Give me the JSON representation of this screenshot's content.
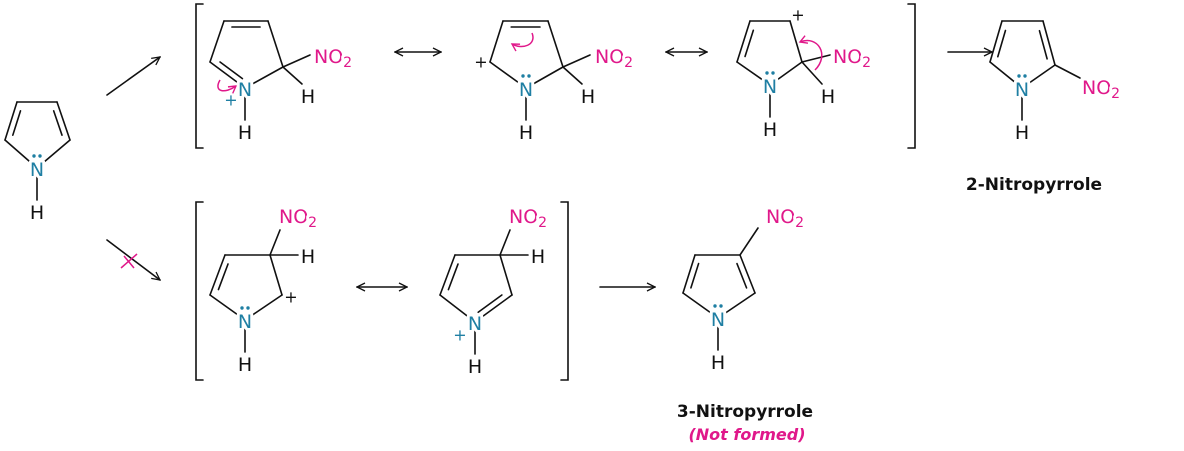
{
  "atoms": {
    "nitrogen": "N",
    "hydrogen": "H",
    "nitro": "NO",
    "nitro_subscript": "2",
    "charge": "+"
  },
  "products": {
    "two": {
      "name": "2-Nitropyrrole"
    },
    "three": {
      "name": "3-Nitropyrrole",
      "note": "(Not formed)"
    }
  },
  "colors": {
    "nitrogen": "#1f7fa3",
    "highlight": "#e0188a",
    "ink": "#111111"
  }
}
